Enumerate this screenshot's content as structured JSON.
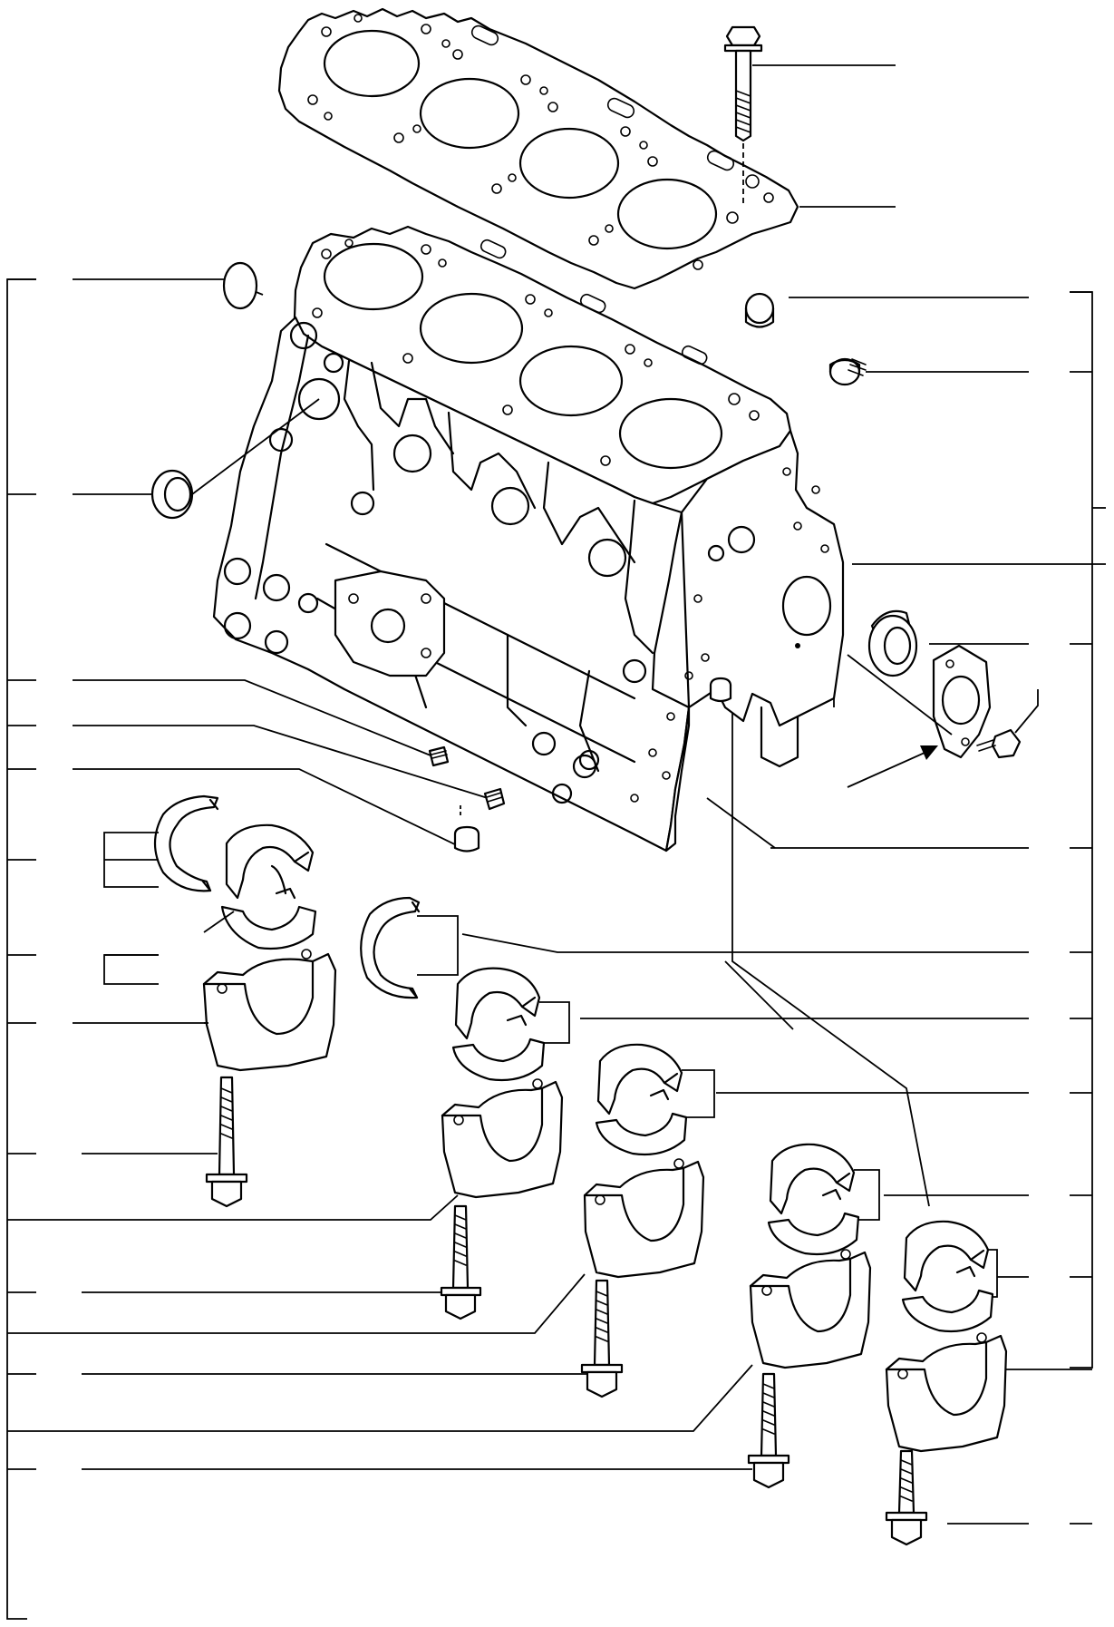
{
  "diagram": {
    "background": "#ffffff",
    "ink_color": "#000000",
    "parts": [
      {
        "name": "cylinder-head-gasket",
        "icon": "gasket-icon"
      },
      {
        "name": "cylinder-head-bolt",
        "icon": "bolt-icon"
      },
      {
        "name": "cylinder-block",
        "icon": "engine-block-icon"
      },
      {
        "name": "expansion-plug",
        "icon": "plug-icon"
      },
      {
        "name": "oil-seal",
        "icon": "seal-icon"
      },
      {
        "name": "camshaft-bushing",
        "icon": "bushing-icon"
      },
      {
        "name": "flange-cover",
        "icon": "flange-icon"
      },
      {
        "name": "thrust-washer",
        "icon": "washer-icon"
      },
      {
        "name": "main-bearing-shell",
        "icon": "bearing-icon"
      },
      {
        "name": "main-bearing-cap",
        "icon": "bearing-cap-icon"
      },
      {
        "name": "main-bearing-cap-bolt",
        "icon": "bolt-icon"
      }
    ]
  }
}
